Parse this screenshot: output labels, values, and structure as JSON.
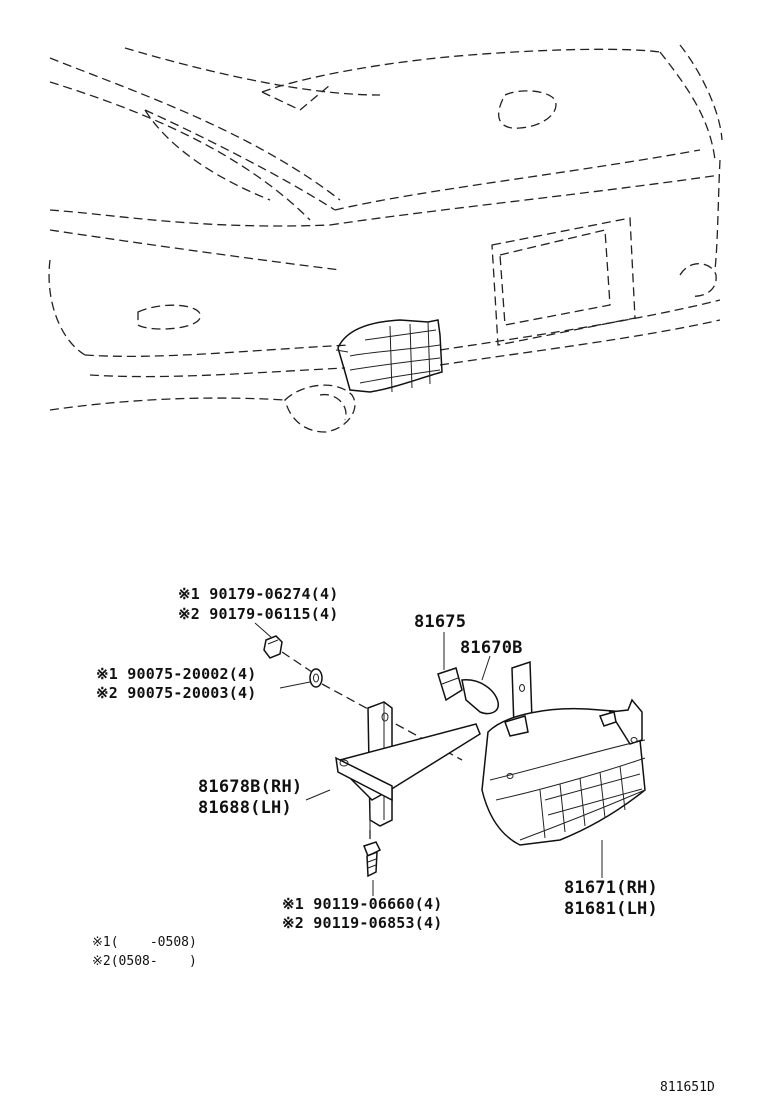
{
  "parts": {
    "nut_1": "※1 90179-06274(4)",
    "nut_2": "※2 90179-06115(4)",
    "washer_1": "※1 90075-20002(4)",
    "washer_2": "※2 90075-20003(4)",
    "bulb": "81675",
    "socket": "81670B",
    "bracket_rh": "81678B(RH)",
    "bracket_lh": "81688(LH)",
    "bolt_1": "※1 90119-06660(4)",
    "bolt_2": "※2 90119-06853(4)",
    "lamp_rh": "81671(RH)",
    "lamp_lh": "81681(LH)"
  },
  "footnotes": {
    "note_1": "※1(    -0508)",
    "note_2": "※2(0508-    )"
  },
  "diagram_code": "811651D"
}
